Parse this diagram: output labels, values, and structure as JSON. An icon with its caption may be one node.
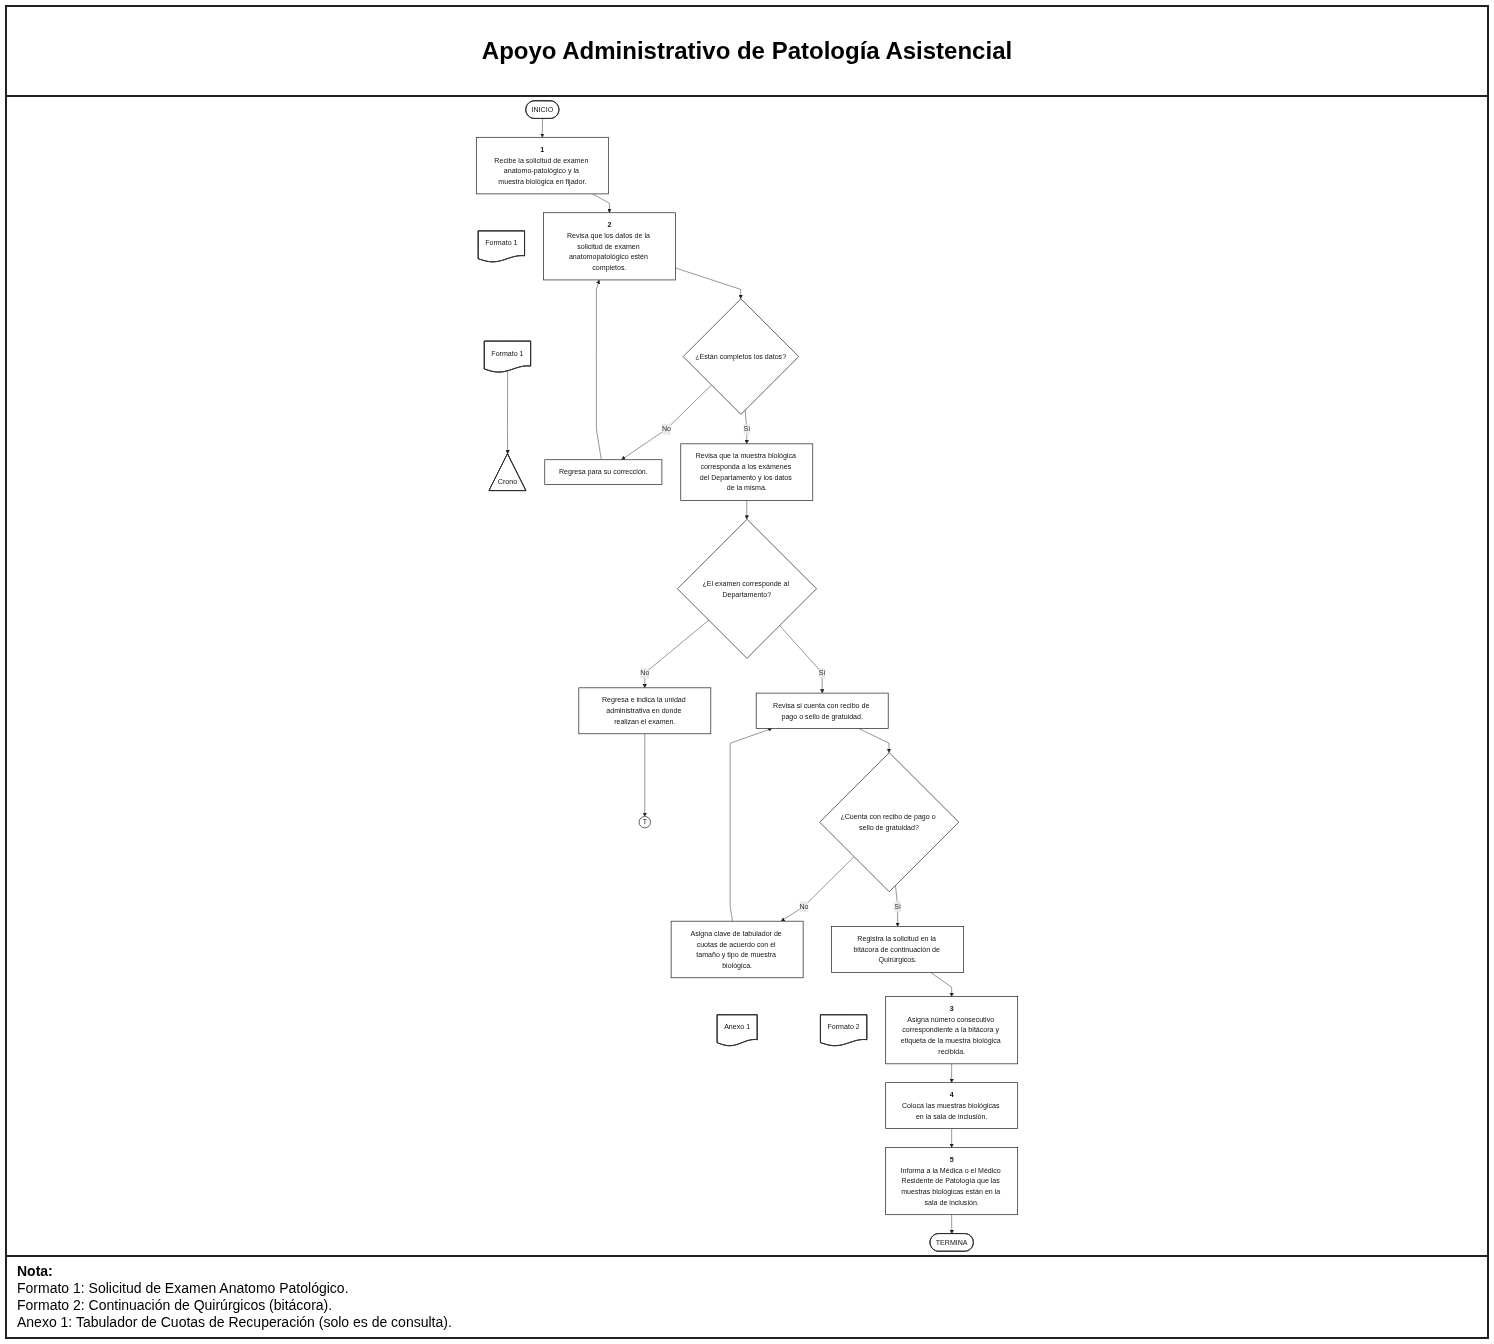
{
  "diagram": {
    "title": "Apoyo Administrativo de Patología Asistencial",
    "nodes": [
      {
        "text": [
          "INICIO"
        ]
      },
      {
        "text": [
          "1",
          "Recibe la solicitud de examen anatomo-patológico y la muestra biológica en fijador."
        ]
      },
      {
        "text": [
          "Formato 1"
        ]
      },
      {
        "text": [
          "2",
          "Revisa que los datos de la solicitud de examen anatomopatológico estén completos."
        ]
      },
      {
        "text": [
          "Formato 1"
        ]
      },
      {
        "text": [
          "Crono"
        ]
      },
      {
        "text": [
          "¿Están completos los datos?"
        ]
      },
      {
        "text": [
          "Regresa para su corrección."
        ]
      },
      {
        "text": [
          "Revisa que la muestra biológica corresponda a los exámenes del Departamento y los datos de la misma."
        ]
      },
      {
        "text": [
          "¿El examen corresponde al Departamento?"
        ]
      },
      {
        "text": [
          "Regresa e indica la unidad administrativa en donde realizan el examen."
        ]
      },
      {
        "text": [
          "T"
        ]
      },
      {
        "text": [
          "Revisa si cuenta con recibo de pago o sello de gratuidad."
        ]
      },
      {
        "text": [
          "¿Cuenta con recibo de pago o sello de gratuidad?"
        ]
      },
      {
        "text": [
          "Asigna clave de tabulador de cuotas de acuerdo con el tamaño y tipo de muestra biológica."
        ]
      },
      {
        "text": [
          "Anexo 1"
        ]
      },
      {
        "text": [
          "Registra la solicitud en la bitácora de continuación de Quirúrgicos."
        ]
      },
      {
        "text": [
          "Formato 2"
        ]
      },
      {
        "text": [
          "3",
          "Asigna número consecutivo correspondiente a la bitácora y etiqueta de la muestra biológica recibida."
        ]
      },
      {
        "text": [
          "4",
          "Coloca las muestras biológicas en la sala de inclusión."
        ]
      },
      {
        "text": [
          "5",
          "Informa a la Médica o el Médico Residente de Patología que las muestras biológicas están en la sala de inclusión."
        ]
      },
      {
        "text": [
          "TERMINA"
        ]
      }
    ],
    "edges": [
      {
        "from": 0,
        "to": 1,
        "arrow": "to"
      },
      {
        "from": 1,
        "to": 3,
        "arrow": "to"
      },
      {
        "from": 4,
        "to": 5,
        "arrow": "to"
      },
      {
        "from": 3,
        "to": 6,
        "arrow": "to"
      },
      {
        "from": 6,
        "to": 7,
        "label": "No",
        "arrow": "to"
      },
      {
        "from": 6,
        "to": 8,
        "label": "Sí",
        "arrow": "to"
      },
      {
        "from": 7,
        "to": 3,
        "arrow": "to"
      },
      {
        "from": 8,
        "to": 9,
        "arrow": "to"
      },
      {
        "from": 9,
        "to": 10,
        "label": "No",
        "arrow": "to"
      },
      {
        "from": 9,
        "to": 12,
        "label": "Sí",
        "arrow": "to"
      },
      {
        "from": 10,
        "to": 11,
        "arrow": "to"
      },
      {
        "from": 12,
        "to": 13,
        "arrow": "to"
      },
      {
        "from": 13,
        "to": 14,
        "label": "No",
        "arrow": "to"
      },
      {
        "from": 13,
        "to": 16,
        "label": "Sí",
        "arrow": "to"
      },
      {
        "from": 14,
        "to": 12,
        "arrow": "to"
      },
      {
        "from": 16,
        "to": 18,
        "arrow": "to"
      },
      {
        "from": 18,
        "to": 19,
        "arrow": "to"
      },
      {
        "from": 19,
        "to": 20,
        "arrow": "to"
      },
      {
        "from": 20,
        "to": 21,
        "arrow": "to"
      }
    ],
    "labels": [
      "Nota:",
      "Formato 1: Solicitud de Examen Anatomo Patológico.",
      "Formato 2: Continuación de Quirúrgicos (bitácora).",
      "Anexo 1: Tabulador de Cuotas de Recuperación (solo es de consulta)."
    ]
  }
}
